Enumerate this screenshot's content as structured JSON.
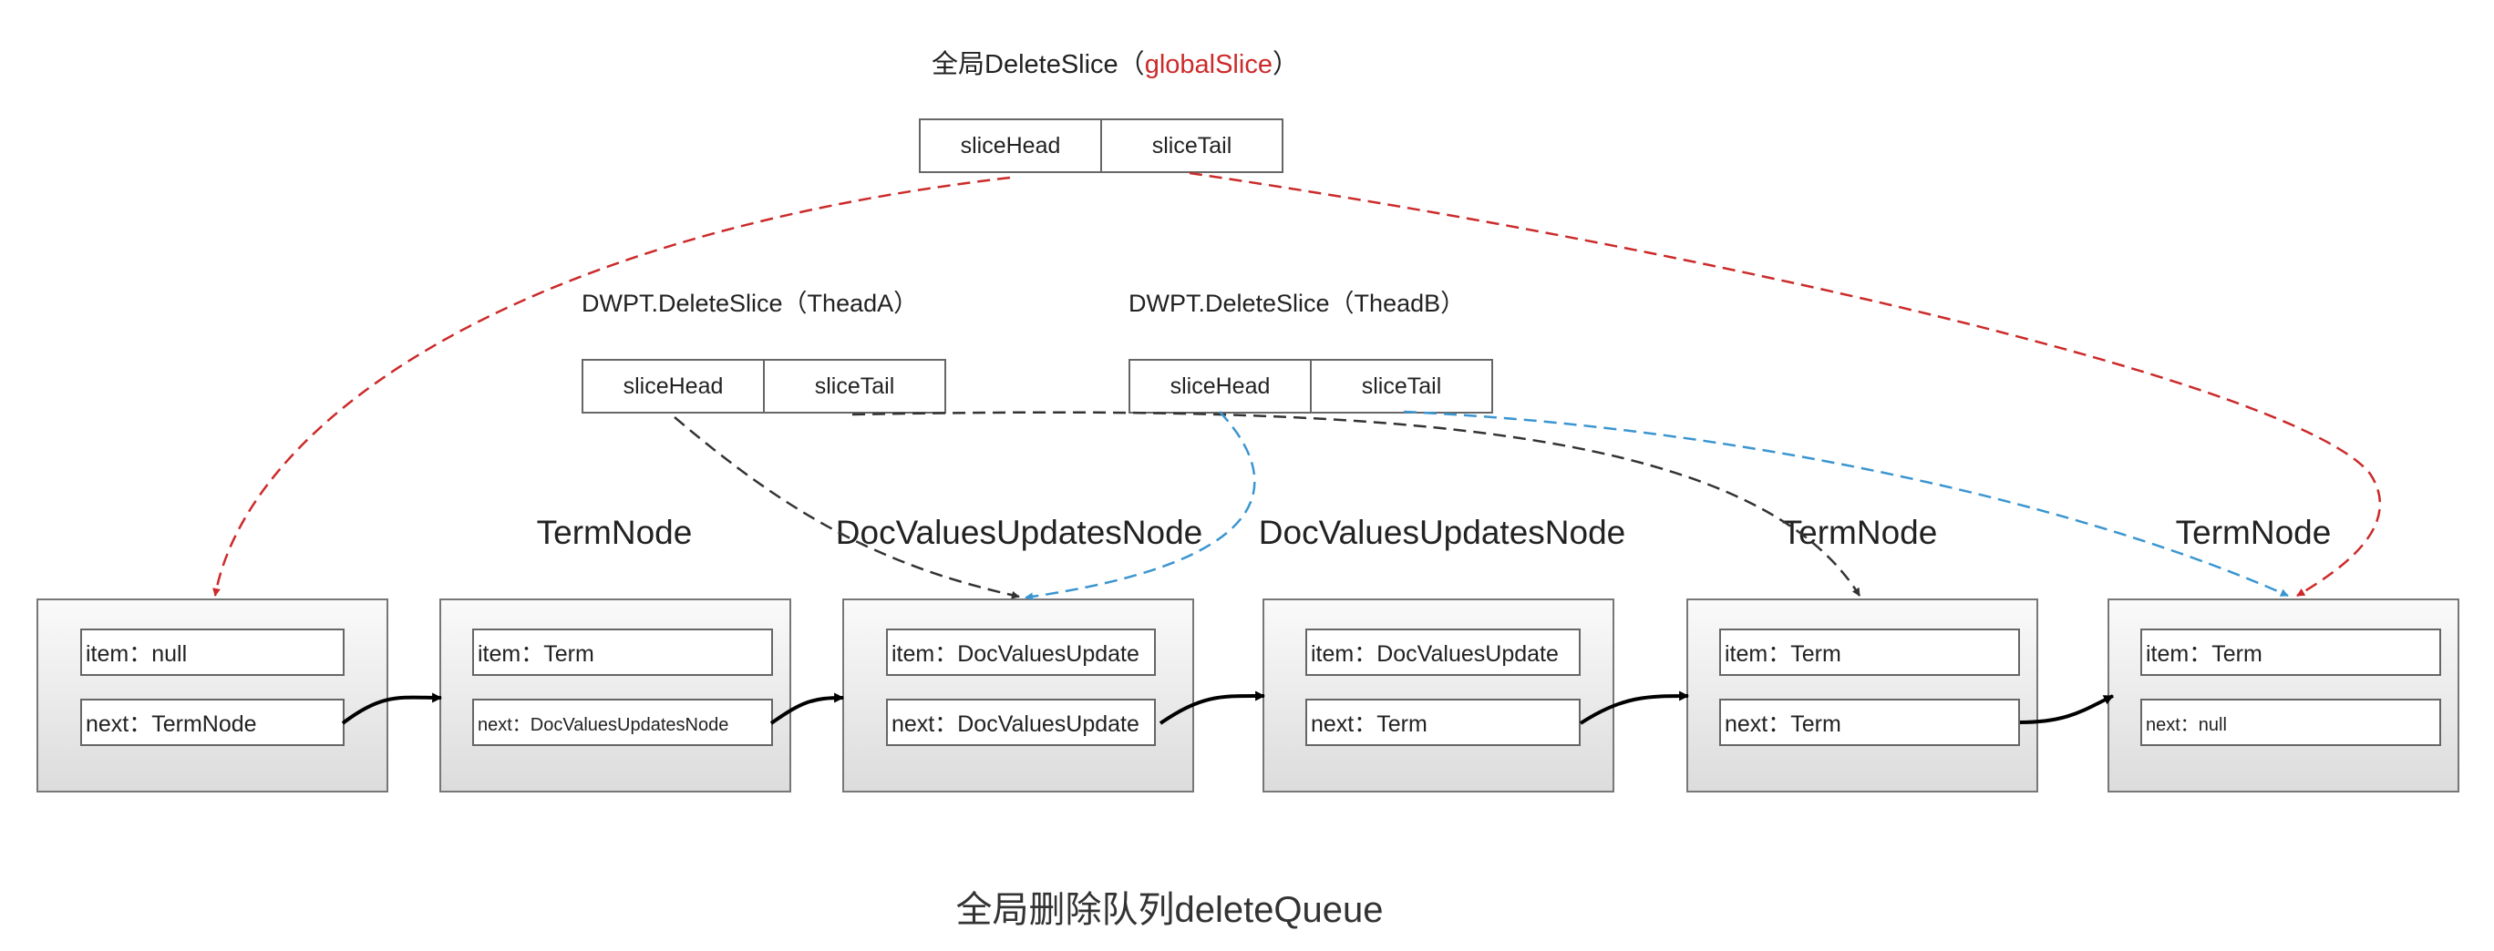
{
  "global_slice": {
    "title_prefix": "全局DeleteSlice（",
    "title_highlight": "globalSlice",
    "title_suffix": "）",
    "head_label": "sliceHead",
    "tail_label": "sliceTail"
  },
  "thread_a": {
    "title": "DWPT.DeleteSlice（TheadA）",
    "head_label": "sliceHead",
    "tail_label": "sliceTail"
  },
  "thread_b": {
    "title": "DWPT.DeleteSlice（TheadB）",
    "head_label": "sliceHead",
    "tail_label": "sliceTail"
  },
  "nodes": [
    {
      "type": "",
      "item": "item：null",
      "next": "next：TermNode"
    },
    {
      "type": "TermNode",
      "item": "item：Term",
      "next": "next：DocValuesUpdatesNode"
    },
    {
      "type": "DocValuesUpdatesNode",
      "item": "item：DocValuesUpdate",
      "next": "next：DocValuesUpdate"
    },
    {
      "type": "DocValuesUpdatesNode",
      "item": "item：DocValuesUpdate",
      "next": "next：Term"
    },
    {
      "type": "TermNode",
      "item": "item：Term",
      "next": "next：Term"
    },
    {
      "type": "TermNode",
      "item": "item：Term",
      "next": "next：null"
    }
  ],
  "queue_title": "全局删除队列deleteQueue",
  "colors": {
    "global_pointer": "#cc2a2a",
    "thread_a_pointer": "#333333",
    "thread_b_pointer": "#3a95d0",
    "next_link": "#000000"
  }
}
